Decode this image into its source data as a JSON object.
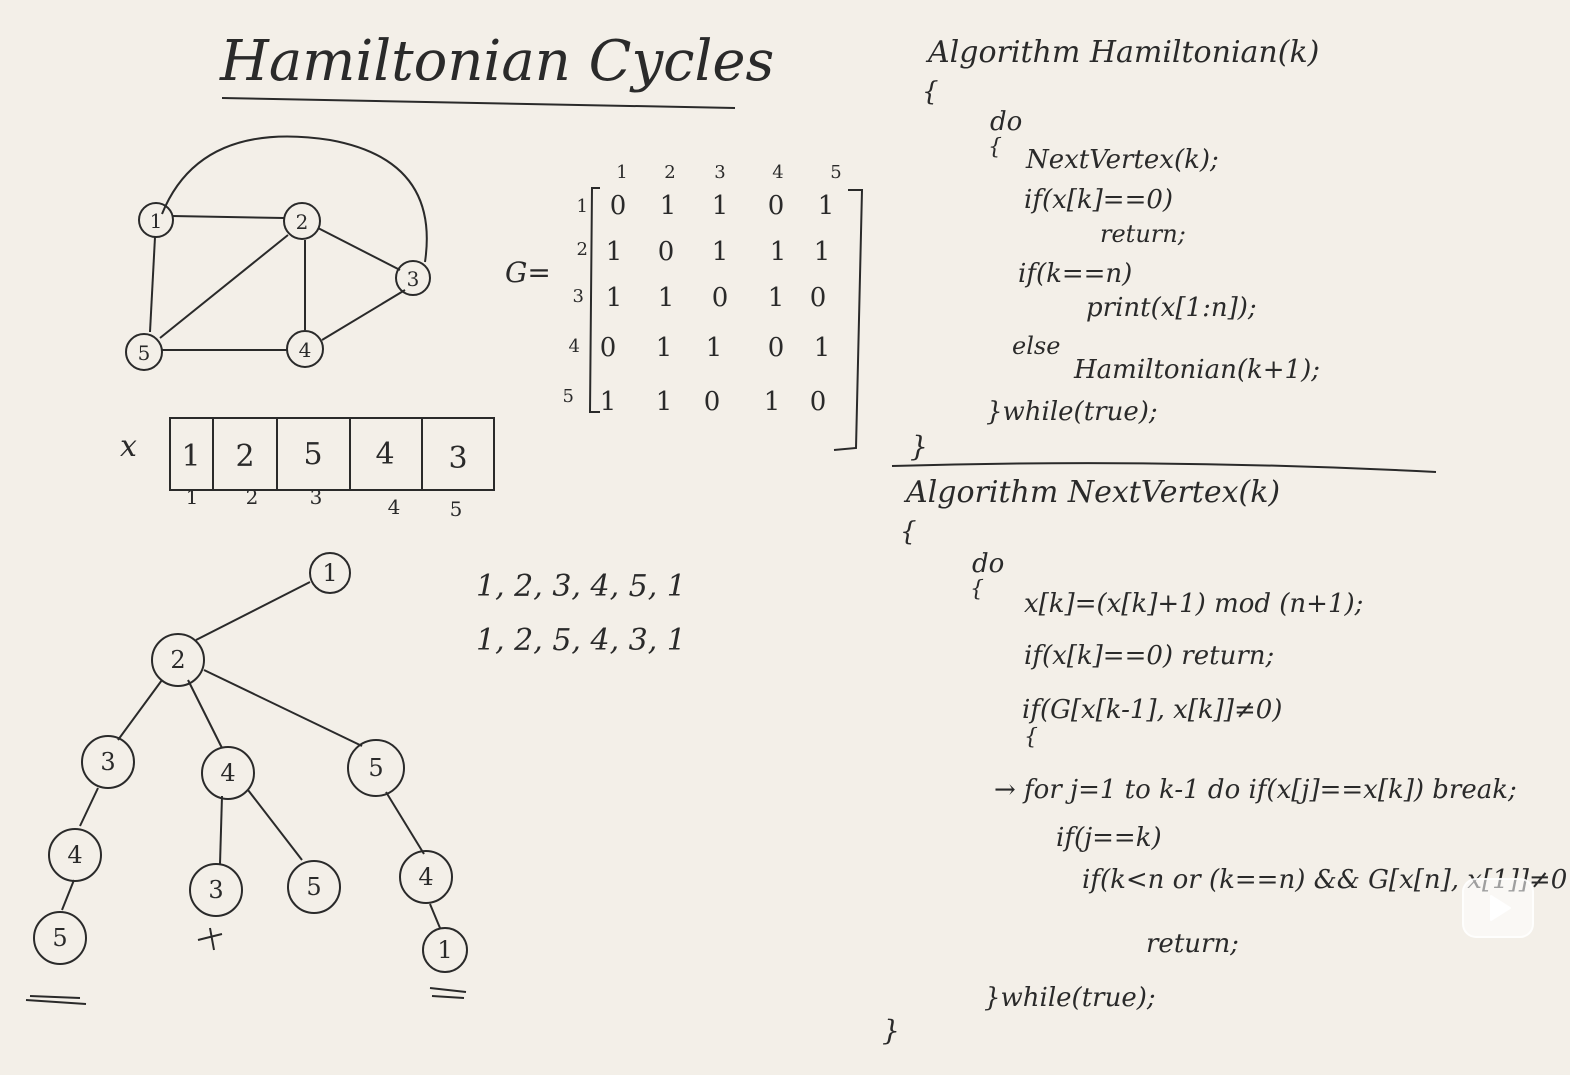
{
  "title": "Hamiltonian Cycles",
  "graph": {
    "nodes": [
      "1",
      "2",
      "3",
      "4",
      "5"
    ]
  },
  "matrix": {
    "label": "G=",
    "col_headers": [
      "1",
      "2",
      "3",
      "4",
      "5"
    ],
    "row_headers": [
      "1",
      "2",
      "3",
      "4",
      "5"
    ],
    "rows": [
      [
        "0",
        "1",
        "1",
        "0",
        "1"
      ],
      [
        "1",
        "0",
        "1",
        "1",
        "1"
      ],
      [
        "1",
        "1",
        "0",
        "1",
        "0"
      ],
      [
        "0",
        "1",
        "1",
        "0",
        "1"
      ],
      [
        "1",
        "1",
        "0",
        "1",
        "0"
      ]
    ]
  },
  "x_array": {
    "label": "x",
    "values": [
      "1",
      "2",
      "5",
      "4",
      "3"
    ],
    "indices": [
      "1",
      "2",
      "3",
      "4",
      "5"
    ]
  },
  "tree": {
    "root": "1",
    "level2": "2",
    "level3": [
      "3",
      "4",
      "5"
    ],
    "level4": [
      "4",
      "3",
      "5",
      "4"
    ],
    "level5": [
      "5",
      "1"
    ]
  },
  "cycles": [
    "1, 2, 3, 4, 5, 1",
    "1, 2, 5, 4, 3, 1"
  ],
  "algo1": {
    "header": "Algorithm Hamiltonian(k)",
    "lines": [
      "{",
      "do",
      "{",
      "NextVertex(k);",
      "if(x[k]==0)",
      "return;",
      "if(k==n)",
      "print(x[1:n]);",
      "else",
      "Hamiltonian(k+1);",
      "}while(true);",
      "}"
    ]
  },
  "algo2": {
    "header": "Algorithm NextVertex(k)",
    "lines": [
      "{",
      "do",
      "{",
      "x[k]=(x[k]+1) mod (n+1);",
      "if(x[k]==0) return;",
      "if(G[x[k-1], x[k]]≠0)",
      "{",
      "→ for j=1 to k-1 do if(x[j]==x[k]) break;",
      "if(j==k)",
      "if(k<n or (k==n) && G[x[n], x[1]]≠0",
      "return;",
      "}while(true);",
      "}"
    ]
  }
}
